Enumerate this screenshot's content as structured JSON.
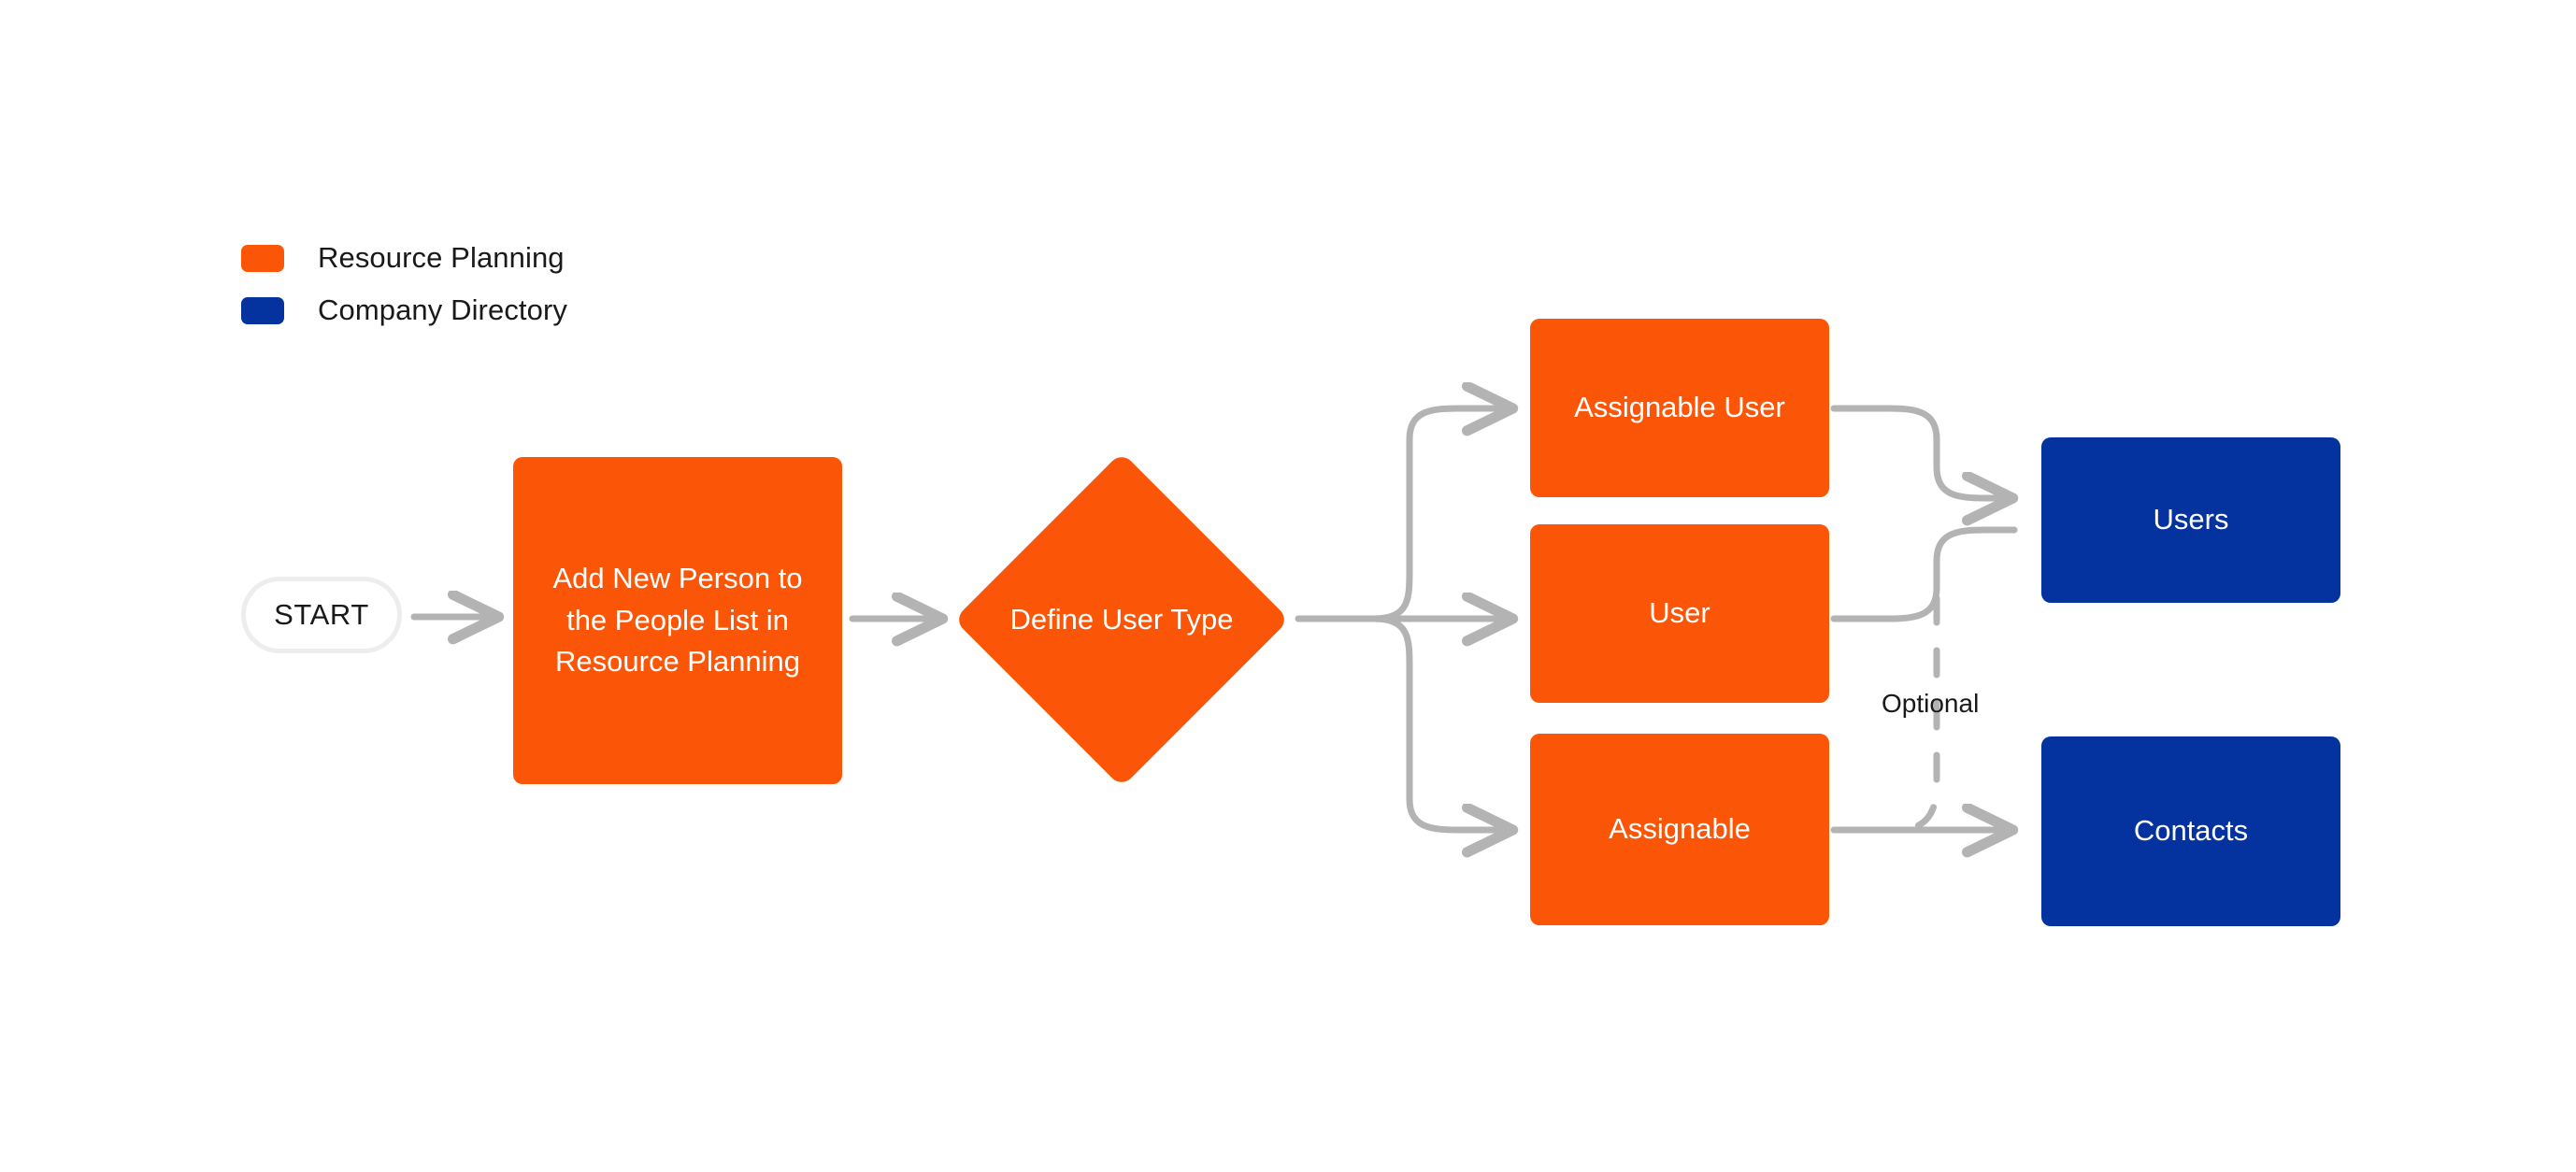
{
  "diagram": {
    "title": "User Type Routing Flow",
    "background": "#ffffff",
    "colors": {
      "resource_planning": "#fb5607",
      "company_directory": "#0433a0",
      "connector": "#b3b3b3",
      "start_border": "#eceded",
      "text_dark": "#19191b",
      "text_light": "#ffffff"
    }
  },
  "legend": {
    "items": [
      {
        "label": "Resource Planning",
        "color": "#fb5607",
        "swatch": "orange-rounded-rect"
      },
      {
        "label": "Company Directory",
        "color": "#0433a0",
        "swatch": "blue-rounded-rect"
      }
    ]
  },
  "nodes": {
    "start": {
      "label": "START",
      "shape": "pill"
    },
    "add_person": {
      "label": "Add New Person to the People List in Resource Planning",
      "shape": "rounded-rect",
      "group": "Resource Planning"
    },
    "define_user_type": {
      "label": "Define User Type",
      "shape": "diamond",
      "group": "Resource Planning"
    },
    "assignable_user": {
      "label": "Assignable User",
      "shape": "rounded-rect",
      "group": "Resource Planning"
    },
    "user": {
      "label": "User",
      "shape": "rounded-rect",
      "group": "Resource Planning"
    },
    "assignable": {
      "label": "Assignable",
      "shape": "rounded-rect",
      "group": "Resource Planning"
    },
    "users": {
      "label": "Users",
      "shape": "rounded-rect",
      "group": "Company Directory"
    },
    "contacts": {
      "label": "Contacts",
      "shape": "rounded-rect",
      "group": "Company Directory"
    }
  },
  "edges": [
    {
      "from": "start",
      "to": "add_person",
      "style": "solid",
      "label": ""
    },
    {
      "from": "add_person",
      "to": "define_user_type",
      "style": "solid",
      "label": ""
    },
    {
      "from": "define_user_type",
      "to": "assignable_user",
      "style": "solid",
      "label": ""
    },
    {
      "from": "define_user_type",
      "to": "user",
      "style": "solid",
      "label": ""
    },
    {
      "from": "define_user_type",
      "to": "assignable",
      "style": "solid",
      "label": ""
    },
    {
      "from": "assignable_user",
      "to": "users",
      "style": "solid",
      "label": ""
    },
    {
      "from": "user",
      "to": "users",
      "style": "solid",
      "label": ""
    },
    {
      "from": "assignable",
      "to": "contacts",
      "style": "solid",
      "label": ""
    },
    {
      "from": "user",
      "to": "contacts",
      "style": "dashed",
      "label": "Optional"
    }
  ],
  "edge_labels": {
    "optional": "Optional"
  }
}
